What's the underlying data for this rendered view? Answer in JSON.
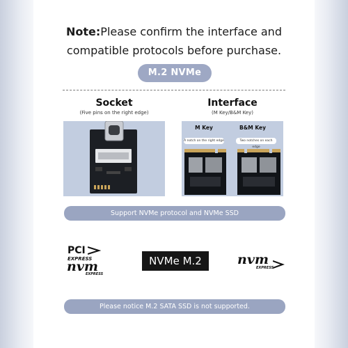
{
  "note": {
    "label": "Note:",
    "line1": "Please confirm the interface and",
    "line2": "compatible protocols before purchase."
  },
  "section_title": "M.2 NVMe",
  "socket": {
    "title": "Socket",
    "subtitle": "(Five pins on the right edge)"
  },
  "interface": {
    "title": "Interface",
    "subtitle": "(M Key/B&M Key)",
    "m_key_label": "M Key",
    "bm_key_label": "B&M Key",
    "m_key_note": "A notch on the right edge",
    "bm_key_note": "Two notches on each edge"
  },
  "support_text": "Support NVMe protocol and NVMe SSD",
  "logos": {
    "pci_top": "PCI",
    "pci_express": "EXPRESS",
    "pci_nvm": "nvm",
    "pci_nvm_express": "EXPRESS",
    "nvme_m2": "NVMe M.2",
    "nvm": "nvm",
    "nvm_express": "EXPRESS"
  },
  "notice_text": "Please notice M.2 SATA SSD is not supported.",
  "colors": {
    "accent": "#9ea8c4",
    "panel": "#c2cde0",
    "bar": "#9aa5c1"
  }
}
